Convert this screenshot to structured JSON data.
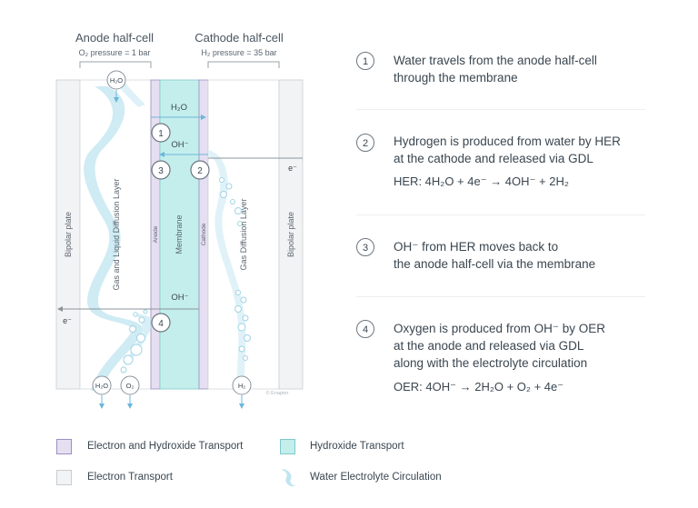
{
  "headers": {
    "anode_title": "Anode half-cell",
    "anode_sub": "O₂ pressure = 1 bar",
    "cathode_title": "Cathode half-cell",
    "cathode_sub": "H₂ pressure = 35 bar"
  },
  "diagram": {
    "bipolar_left": "Bipolar plate",
    "bipolar_right": "Bipolar plate",
    "gldl": "Gas and Liquid Diffusion Layer",
    "anode": "Anode",
    "membrane": "Membrane",
    "cathode": "Cathode",
    "gdl": "Gas Diffusion Layer",
    "h2o_top": "H₂O",
    "h2o_arrow": "H₂O",
    "oh_upper": "OH⁻",
    "oh_lower": "OH⁻",
    "e_right": "e⁻",
    "e_left": "e⁻",
    "h2o_bottom": "H₂O",
    "o2_bottom": "O₂",
    "h2_bottom": "H₂",
    "copyright": "© Enapter",
    "markers": [
      "1",
      "2",
      "3",
      "4"
    ]
  },
  "steps": [
    {
      "num": "1",
      "line1": "Water travels from the anode half-cell",
      "line2": "through the membrane",
      "line3": "",
      "equation": ""
    },
    {
      "num": "2",
      "line1": "Hydrogen is produced from water by HER",
      "line2": "at the cathode and released via GDL",
      "line3": "",
      "equation": "HER:  4H₂O + 4e⁻  →  4OH⁻ + 2H₂"
    },
    {
      "num": "3",
      "line1": "OH⁻ from HER moves back to",
      "line2": "the anode half-cell via the membrane",
      "line3": "",
      "equation": ""
    },
    {
      "num": "4",
      "line1": "Oxygen is produced from OH⁻ by OER",
      "line2": "at the anode and released via GDL",
      "line3": "along with the electrolyte circulation",
      "equation": "OER:  4OH⁻  →  2H₂O + O₂ + 4e⁻"
    }
  ],
  "legend": [
    {
      "label": "Electron and Hydroxide Transport",
      "color": "#e6dff1",
      "border": "#9b8fc4"
    },
    {
      "label": "Hydroxide Transport",
      "color": "#c4eeec",
      "border": "#7fc9c9"
    },
    {
      "label": "Electron Transport",
      "color": "#f2f3f4",
      "border": "#c9cdd1"
    },
    {
      "label": "Water Electrolyte Circulation",
      "color": "#bfe4f0",
      "border": ""
    }
  ],
  "colors": {
    "anode_layer": "#e6dff1",
    "membrane": "#c4eeec",
    "bipolar": "#f2f3f4",
    "flow": "#bfe4f0",
    "arrow": "#6ab7d9"
  }
}
